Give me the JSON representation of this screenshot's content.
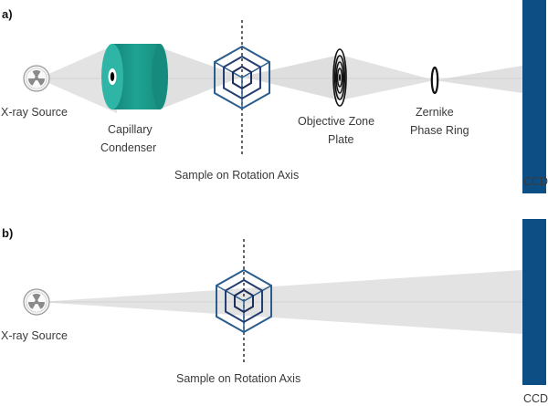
{
  "panels": [
    {
      "tag": "a)",
      "labels": {
        "source": "X-ray Source",
        "condenser_line1": "Capillary",
        "condenser_line2": "Condenser",
        "sample": "Sample on Rotation Axis",
        "zone_plate_line1": "Objective Zone",
        "zone_plate_line2": "Plate",
        "phase_ring_line1": "Zernike",
        "phase_ring_line2": "Phase Ring",
        "detector": "CCD"
      }
    },
    {
      "tag": "b)",
      "labels": {
        "source": "X-ray Source",
        "sample": "Sample on Rotation Axis",
        "detector": "CCD"
      }
    }
  ],
  "colors": {
    "condenser": "#1fa394",
    "condenser_top": "#39bfb0",
    "detector": "#0d4e85",
    "sample_outer": "#2a5f8f",
    "sample_inner": "#1f2d5a",
    "beam": "#d9d9d9"
  },
  "icons": {
    "source": "radiation-icon",
    "sample": "nested-cube-icon"
  }
}
